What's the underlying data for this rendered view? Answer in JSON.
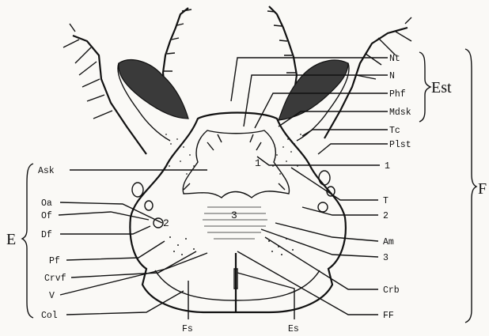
{
  "left_labels": [
    "Ask",
    "Oa",
    "Of",
    "Df",
    "Pf",
    "Crvf",
    "V",
    "Col"
  ],
  "right_labels": [
    "Nt",
    "N",
    "Phf",
    "Mdsk",
    "Tc",
    "Plst",
    "1",
    "T",
    "2",
    "Am",
    "3",
    "Crb",
    "FF"
  ],
  "bottom_labels": [
    "Fs",
    "Es"
  ],
  "bracket_labels": {
    "est": "Est",
    "e": "E",
    "f": "F"
  },
  "center_numbers": [
    "1",
    "2",
    "3"
  ]
}
